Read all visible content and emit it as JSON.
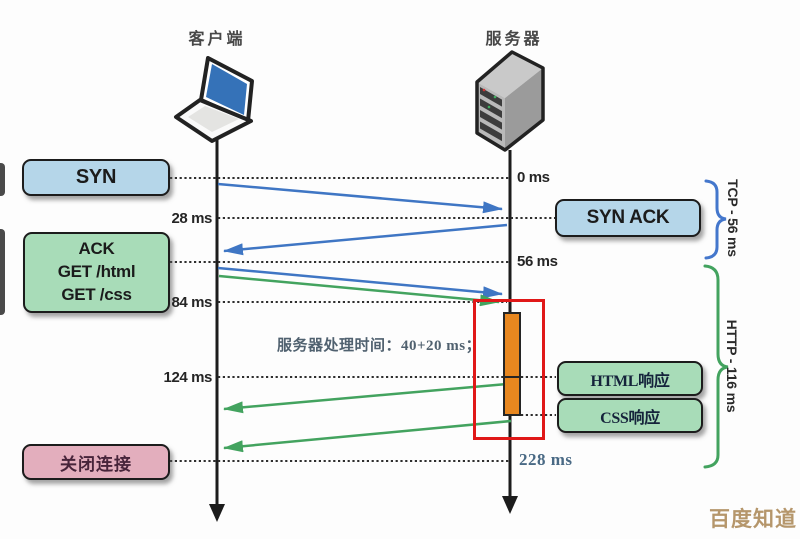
{
  "lifelines": {
    "client": "客户端",
    "server": "服务器"
  },
  "events": {
    "syn": "SYN",
    "syn_ack": "SYN ACK",
    "ack_lines": [
      "ACK",
      "GET /html",
      "GET /css"
    ],
    "html_response": "HTML响应",
    "css_response": "CSS响应",
    "close_connection": "关闭连接"
  },
  "times": {
    "t0": "0 ms",
    "t28": "28 ms",
    "t56": "56 ms",
    "t84": "84 ms",
    "t124": "124 ms",
    "t228": "228 ms"
  },
  "annotations": {
    "processing_time": "服务器处理时间：40+20 ms；",
    "tcp_brace": "TCP - 56 ms",
    "http_brace": "HTTP - 116 ms",
    "watermark": "百度知道"
  },
  "colors": {
    "tcp_arrow_blue": "#3f76c4",
    "http_arrow_green": "#43a35f",
    "box_blue": "#b5d6e9",
    "box_green": "#a8dcb8",
    "box_pink": "#e3aebd",
    "processing_bar_orange": "#e8871f",
    "highlight_red": "#e01818",
    "watermark_gold": "#b5966b"
  }
}
